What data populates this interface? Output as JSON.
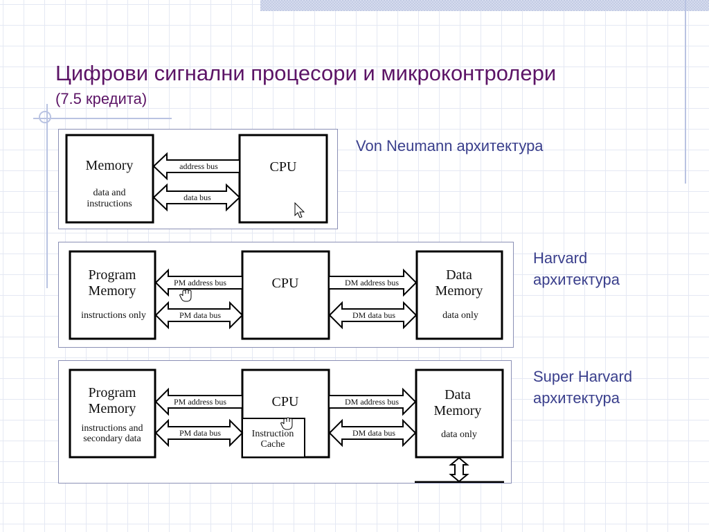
{
  "slide": {
    "title": "Цифрови сигнални процесори и микроконтролери",
    "subtitle": "(7.5 кредита)"
  },
  "labels": {
    "von_neumann": "Von Neumann архитектура",
    "harvard_line1": "Harvard",
    "harvard_line2": "архитектура",
    "super_harvard_line1": "Super Harvard",
    "super_harvard_line2": "архитектура"
  },
  "von_neumann": {
    "memory_title": "Memory",
    "memory_sub1": "data and",
    "memory_sub2": "instructions",
    "cpu": "CPU",
    "bus1": "address bus",
    "bus2": "data bus"
  },
  "harvard": {
    "pm_title1": "Program",
    "pm_title2": "Memory",
    "pm_sub": "instructions only",
    "cpu": "CPU",
    "dm_title1": "Data",
    "dm_title2": "Memory",
    "dm_sub": "data only",
    "pm_addr": "PM address bus",
    "pm_data": "PM data bus",
    "dm_addr": "DM address bus",
    "dm_data": "DM data bus"
  },
  "super_harvard": {
    "pm_title1": "Program",
    "pm_title2": "Memory",
    "pm_sub1": "instructions and",
    "pm_sub2": "secondary data",
    "cpu": "CPU",
    "cache1": "Instruction",
    "cache2": "Cache",
    "dm_title1": "Data",
    "dm_title2": "Memory",
    "dm_sub": "data only",
    "pm_addr": "PM address bus",
    "pm_data": "PM data bus",
    "dm_addr": "DM address bus",
    "dm_data": "DM data bus"
  },
  "colors": {
    "title": "#5c1466",
    "label": "#3a3f8c",
    "decor": "#b9c3e2"
  }
}
